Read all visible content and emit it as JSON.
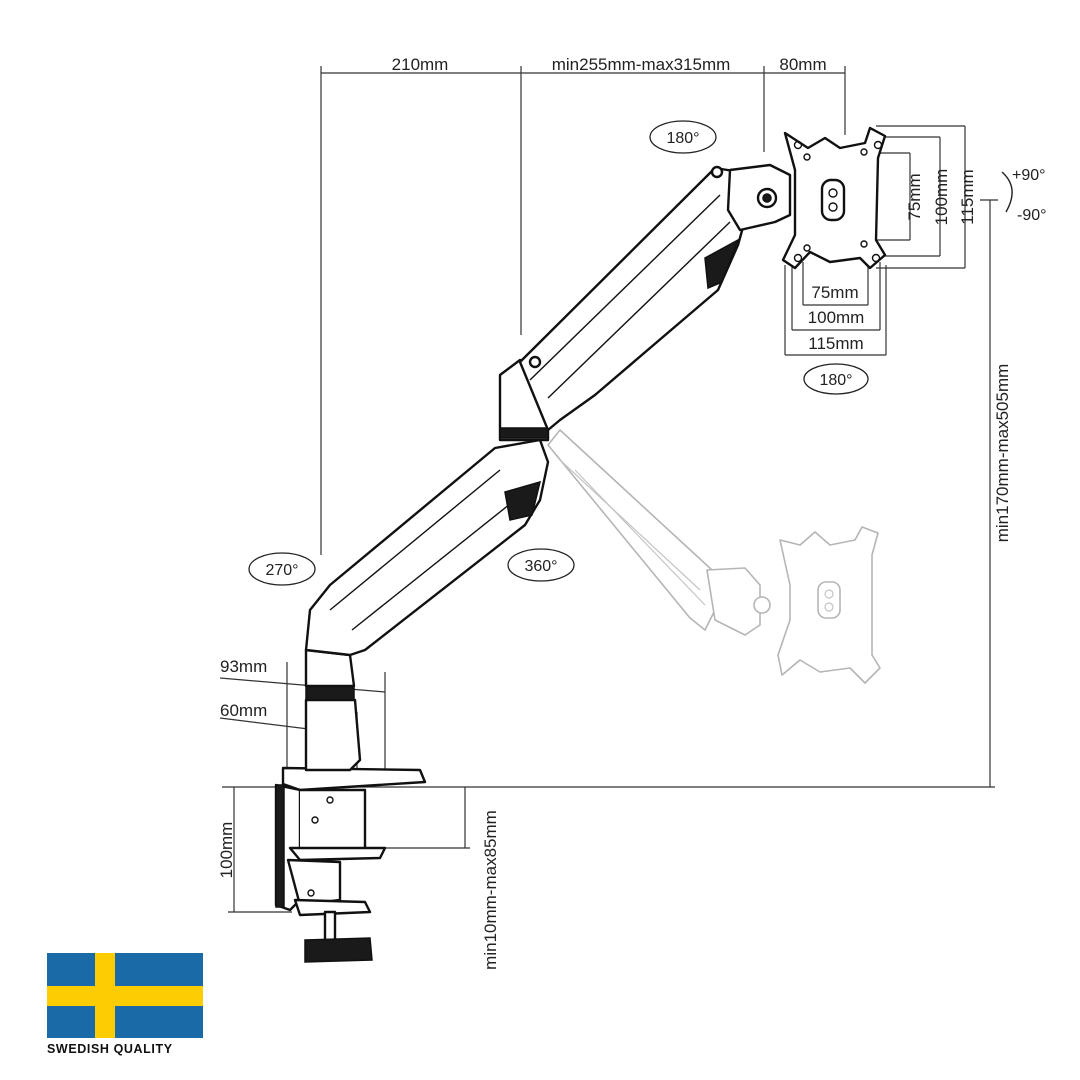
{
  "dimensions": {
    "top_left": "210mm",
    "top_middle": "min255mm-max315mm",
    "top_right": "80mm",
    "plate_h75": "75mm",
    "plate_h100": "100mm",
    "plate_h115": "115mm",
    "plate_v75": "75mm",
    "plate_v100": "100mm",
    "plate_v115": "115mm",
    "height_range": "min170mm-max505mm",
    "pole_93": "93mm",
    "pole_60": "60mm",
    "clamp_height": "100mm",
    "clamp_range": "min10mm-max85mm"
  },
  "rotations": {
    "top_head": "180°",
    "plate_bottom": "180°",
    "elbow": "360°",
    "base": "270°",
    "tilt_up": "+90°",
    "tilt_down": "-90°"
  },
  "badge": {
    "caption": "SWEDISH QUALITY",
    "flag_blue": "#1a6aa8",
    "flag_yellow": "#fecc02"
  }
}
